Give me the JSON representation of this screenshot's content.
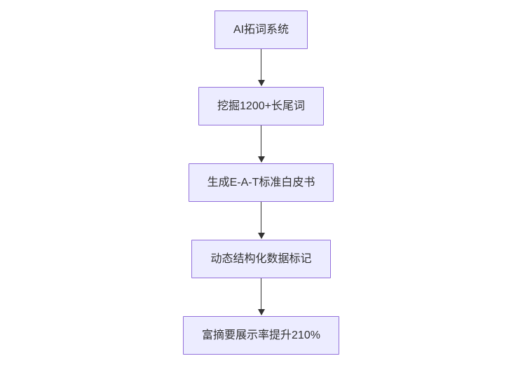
{
  "chart": {
    "type": "flowchart",
    "direction": "top-down",
    "nodes": [
      {
        "id": "step-1",
        "label": "AI拓词系统"
      },
      {
        "id": "step-2",
        "label": "挖掘1200+长尾词"
      },
      {
        "id": "step-3",
        "label": "生成E-A-T标准白皮书"
      },
      {
        "id": "step-4",
        "label": "动态结构化数据标记"
      },
      {
        "id": "step-5",
        "label": "富摘要展示率提升210%"
      }
    ],
    "edges": [
      {
        "from": "step-1",
        "to": "step-2"
      },
      {
        "from": "step-2",
        "to": "step-3"
      },
      {
        "from": "step-3",
        "to": "step-4"
      },
      {
        "from": "step-4",
        "to": "step-5"
      }
    ],
    "colors": {
      "node_fill": "#ECECFF",
      "node_border": "#9370DB",
      "text": "#333333",
      "arrow": "#333333",
      "background": "#ffffff"
    }
  }
}
